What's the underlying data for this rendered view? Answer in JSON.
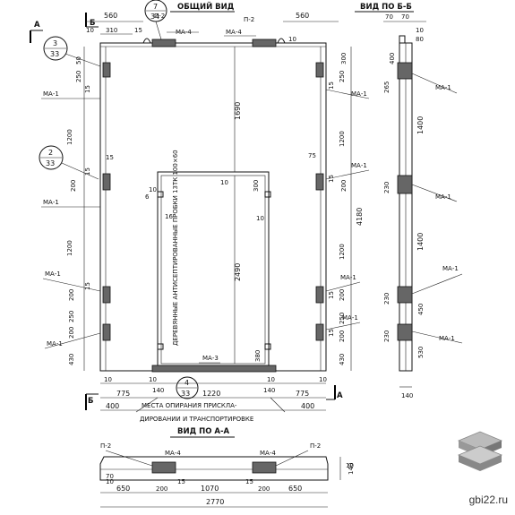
{
  "views": {
    "general": "ОБЩИЙ ВИД",
    "side": "ВИД ПО Б-Б",
    "bottom": "ВИД ПО А-А"
  },
  "section_marks": {
    "a": "А",
    "b": "Б"
  },
  "callouts": [
    {
      "top": "7",
      "bottom": "34"
    },
    {
      "top": "3",
      "bottom": "33"
    },
    {
      "top": "2",
      "bottom": "33"
    },
    {
      "top": "4",
      "bottom": "33"
    }
  ],
  "part_labels": {
    "p2": "П-2",
    "ma4": "МА-4",
    "ma1": "МА-1",
    "ma3": "МА-3"
  },
  "vertical_note": "ДЕРЕВЯННЫЕ АНТИСЕПТИРОВАННЫЕ ПРОБКИ 13ТК 100×60",
  "bottom_note_1": "МЕСТА ОПИРАНИЯ ПРИСКЛА-",
  "bottom_note_2": "ДИРОВАНИИ И ТРАНСПОРТИРОВКЕ",
  "dims": {
    "d560": "560",
    "d310": "310",
    "d15": "15",
    "d10": "10",
    "d50": "50",
    "d250": "250",
    "d200": "200",
    "d1200": "1200",
    "d1690": "1690",
    "d2490": "2490",
    "d300": "300",
    "d4180": "4180",
    "d430": "430",
    "d380": "380",
    "d775": "775",
    "d1220": "1220",
    "d400": "400",
    "d140": "140",
    "d75": "75",
    "d70": "70",
    "d80": "80",
    "d265": "265",
    "d1400": "1400",
    "d450": "450",
    "d530": "530",
    "d230": "230",
    "d650": "650",
    "d1070": "1070",
    "d2770": "2770",
    "d16": "16",
    "d6": "6"
  },
  "watermark": "gbi22.ru"
}
